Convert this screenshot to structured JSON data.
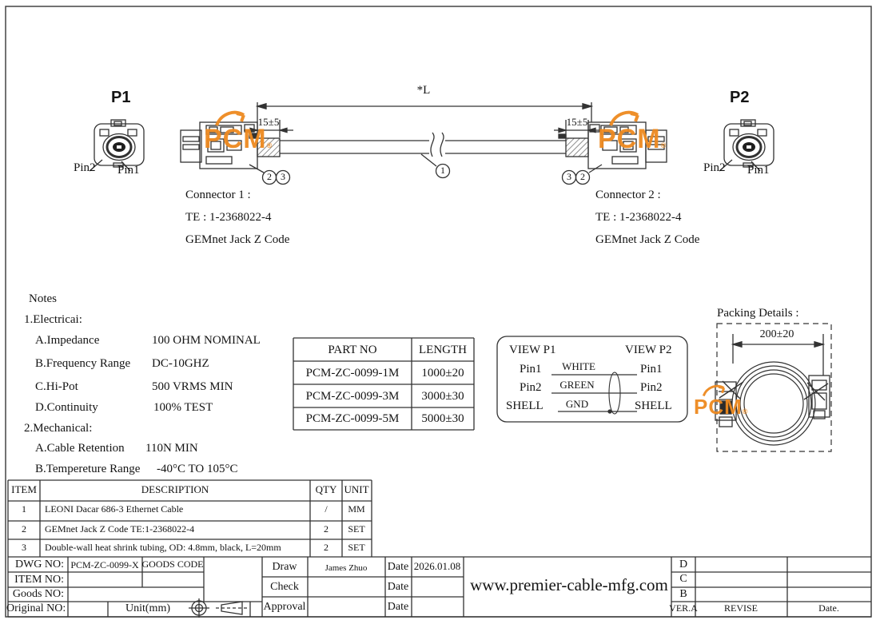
{
  "logo": {
    "text": "PCM",
    "reg": "®",
    "color": "#EE8A1F"
  },
  "connectors": {
    "p1_label": "P1",
    "p2_label": "P2",
    "p1_pin2": "Pin2",
    "p1_pin1": "Pin1",
    "p2_pin2": "Pin2",
    "p2_pin1": "Pin1",
    "connector1": {
      "title": "Connector 1 :",
      "part": "TE : 1-2368022-4",
      "desc": "GEMnet Jack Z Code"
    },
    "connector2": {
      "title": "Connector 2 :",
      "part": "TE : 1-2368022-4",
      "desc": "GEMnet Jack Z Code"
    }
  },
  "dimensions": {
    "length_label": "*L",
    "shrink_left": "15±5",
    "shrink_right": "15±5",
    "packing": "200±20"
  },
  "callouts": {
    "cable": "1",
    "left_a": "2",
    "left_b": "3",
    "right_a": "3",
    "right_b": "2"
  },
  "notes": {
    "title": "Notes",
    "electrical_header": "1.Electricai:",
    "electrical": [
      {
        "label": "A.Impedance",
        "value": "100 OHM NOMINAL"
      },
      {
        "label": "B.Frequency Range",
        "value": "DC-10GHZ"
      },
      {
        "label": "C.Hi-Pot",
        "value": "500 VRMS MIN"
      },
      {
        "label": "D.Continuity",
        "value": "100% TEST"
      }
    ],
    "mechanical_header": "2.Mechanical:",
    "mechanical": [
      {
        "label": "A.Cable Retention",
        "value": "110N MIN"
      },
      {
        "label": "B.Tempereture Range",
        "value": "-40°C TO 105°C"
      }
    ]
  },
  "part_table": {
    "headers": [
      "PART NO",
      "LENGTH"
    ],
    "rows": [
      {
        "part_no": "PCM-ZC-0099-1M",
        "length": "1000±20"
      },
      {
        "part_no": "PCM-ZC-0099-3M",
        "length": "3000±30"
      },
      {
        "part_no": "PCM-ZC-0099-5M",
        "length": "5000±30"
      }
    ]
  },
  "wiring": {
    "view_p1": "VIEW P1",
    "view_p2": "VIEW P2",
    "rows": [
      {
        "left": "Pin1",
        "wire": "WHITE",
        "right": "Pin1"
      },
      {
        "left": "Pin2",
        "wire": "GREEN",
        "right": "Pin2"
      },
      {
        "left": "SHELL",
        "wire": "GND",
        "right": "SHELL"
      }
    ]
  },
  "packing": {
    "title": "Packing Details :"
  },
  "bom_table": {
    "headers": [
      "ITEM",
      "DESCRIPTION",
      "QTY",
      "UNIT"
    ],
    "rows": [
      {
        "item": "1",
        "description": "LEONI Dacar 686-3 Ethernet Cable",
        "qty": "/",
        "unit": "MM"
      },
      {
        "item": "2",
        "description": "GEMnet Jack Z Code TE:1-2368022-4",
        "qty": "2",
        "unit": "SET"
      },
      {
        "item": "3",
        "description": "Double-wall heat shrink tubing, OD: 4.8mm, black, L=20mm",
        "qty": "2",
        "unit": "SET"
      }
    ]
  },
  "title_block": {
    "dwg_no_label": "DWG NO:",
    "dwg_no": "PCM-ZC-0099-X",
    "goods_code_label": "GOODS CODE",
    "item_no_label": "ITEM NO:",
    "goods_no_label": "Goods NO:",
    "original_no_label": "Original NO:",
    "unit_label": "Unit(mm)",
    "draw_label": "Draw",
    "draw_name": "James Zhuo",
    "draw_date_label": "Date",
    "draw_date": "2026.01.08",
    "check_label": "Check",
    "check_date_label": "Date",
    "approval_label": "Approval",
    "approval_date_label": "Date",
    "website": "www.premier-cable-mfg.com",
    "revisions": {
      "row_d": "D",
      "row_c": "C",
      "row_b": "B",
      "ver_label": "VER.A",
      "revise_label": "REVISE",
      "date_label": "Date."
    }
  }
}
